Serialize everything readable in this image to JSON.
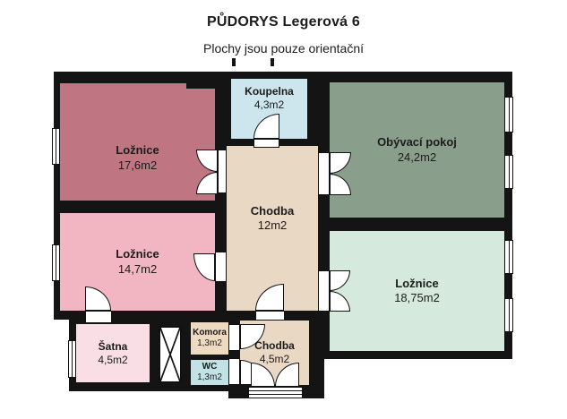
{
  "title": "PŮDORYS Legerová 6",
  "subtitle": "Plochy jsou pouze orientační",
  "wall_color": "#141414",
  "rooms": [
    {
      "label": "Ložnice",
      "area": "17,6m2",
      "color": "#bf7682"
    },
    {
      "label": "Ložnice",
      "area": "14,7m2",
      "color": "#f1b6c2"
    },
    {
      "label": "Šatna",
      "area": "4,5m2",
      "color": "#f9dee5"
    },
    {
      "label": "Koupelna",
      "area": "4,3m2",
      "color": "#cde5ec"
    },
    {
      "label": "Chodba",
      "area": "12m2",
      "color": "#e9d8c4"
    },
    {
      "label": "Obývací pokoj",
      "area": "24,2m2",
      "color": "#8a9f8b"
    },
    {
      "label": "Ložnice",
      "area": "18,75m2",
      "color": "#d5e9dc"
    },
    {
      "label": "Komora",
      "area": "1,3m2",
      "color": "#eedac1"
    },
    {
      "label": "WC",
      "area": "1,3m2",
      "color": "#c3e2e6"
    },
    {
      "label": "Chodba",
      "area": "4,5m2",
      "color": "#e9d8c4"
    }
  ]
}
